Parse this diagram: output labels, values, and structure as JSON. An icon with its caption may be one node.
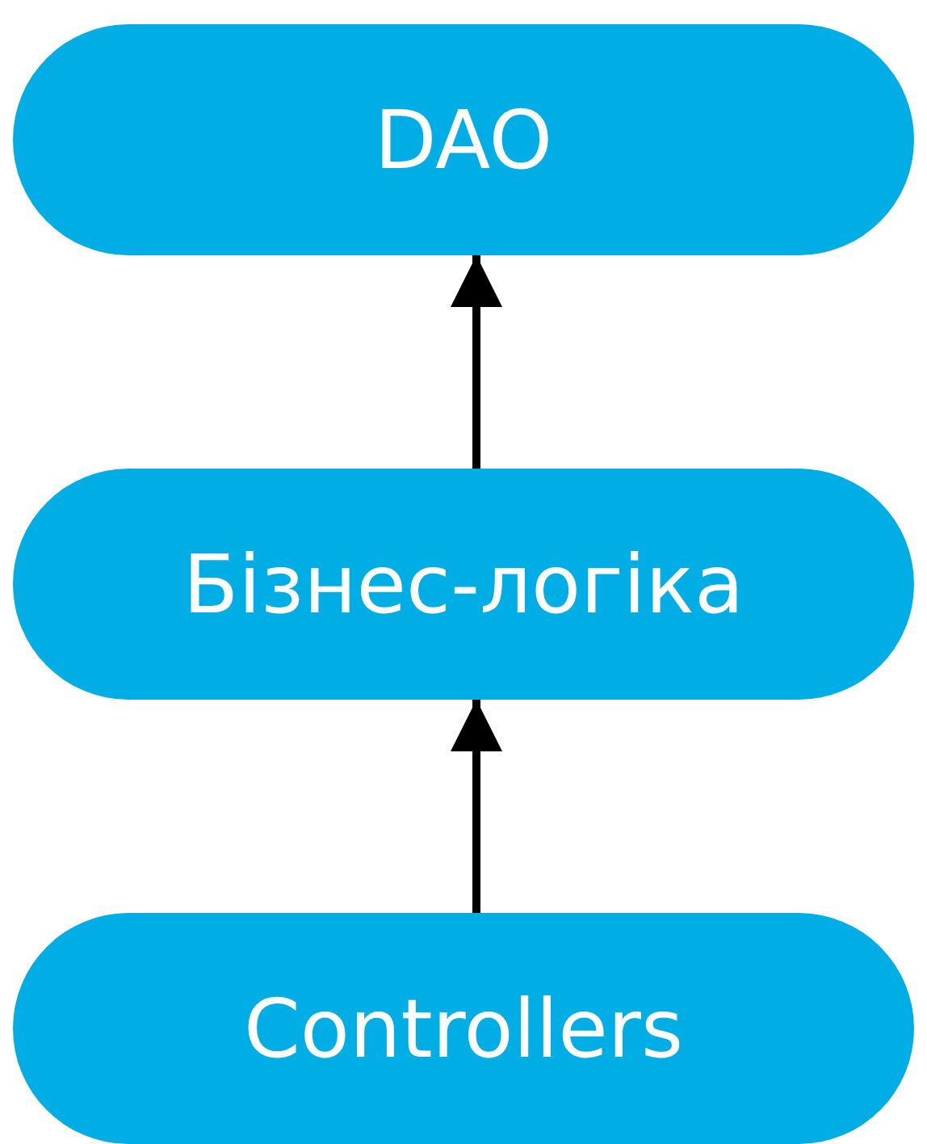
{
  "diagram": {
    "nodes": [
      {
        "text": [
          "DAO"
        ]
      },
      {
        "text": [
          "Бізнес-логіка"
        ]
      },
      {
        "text": [
          "Controllers"
        ]
      }
    ],
    "edges": [
      {
        "from": 2,
        "to": 1,
        "arrow": "to"
      },
      {
        "from": 1,
        "to": 0,
        "arrow": "to"
      }
    ]
  }
}
